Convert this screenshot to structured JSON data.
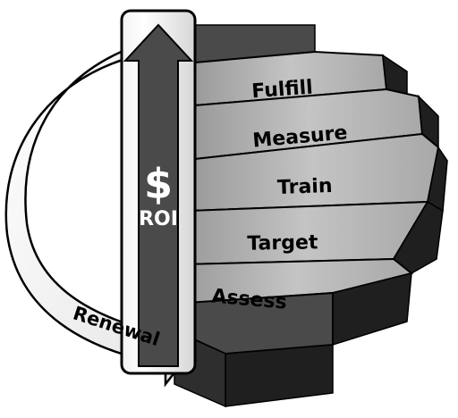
{
  "diagram": {
    "steps": [
      {
        "label": "Fulfill"
      },
      {
        "label": "Measure"
      },
      {
        "label": "Train"
      },
      {
        "label": "Target"
      },
      {
        "label": "Assess"
      }
    ],
    "roi": {
      "symbol": "$",
      "label": "ROI"
    },
    "renewal": {
      "label": "Renewal"
    },
    "colors": {
      "tread": "#b8b8b8",
      "riser_dark": "#1f1f1f",
      "pillar": "#4a4a4a",
      "arrow_light": "#ffffff",
      "outline": "#000000"
    }
  }
}
